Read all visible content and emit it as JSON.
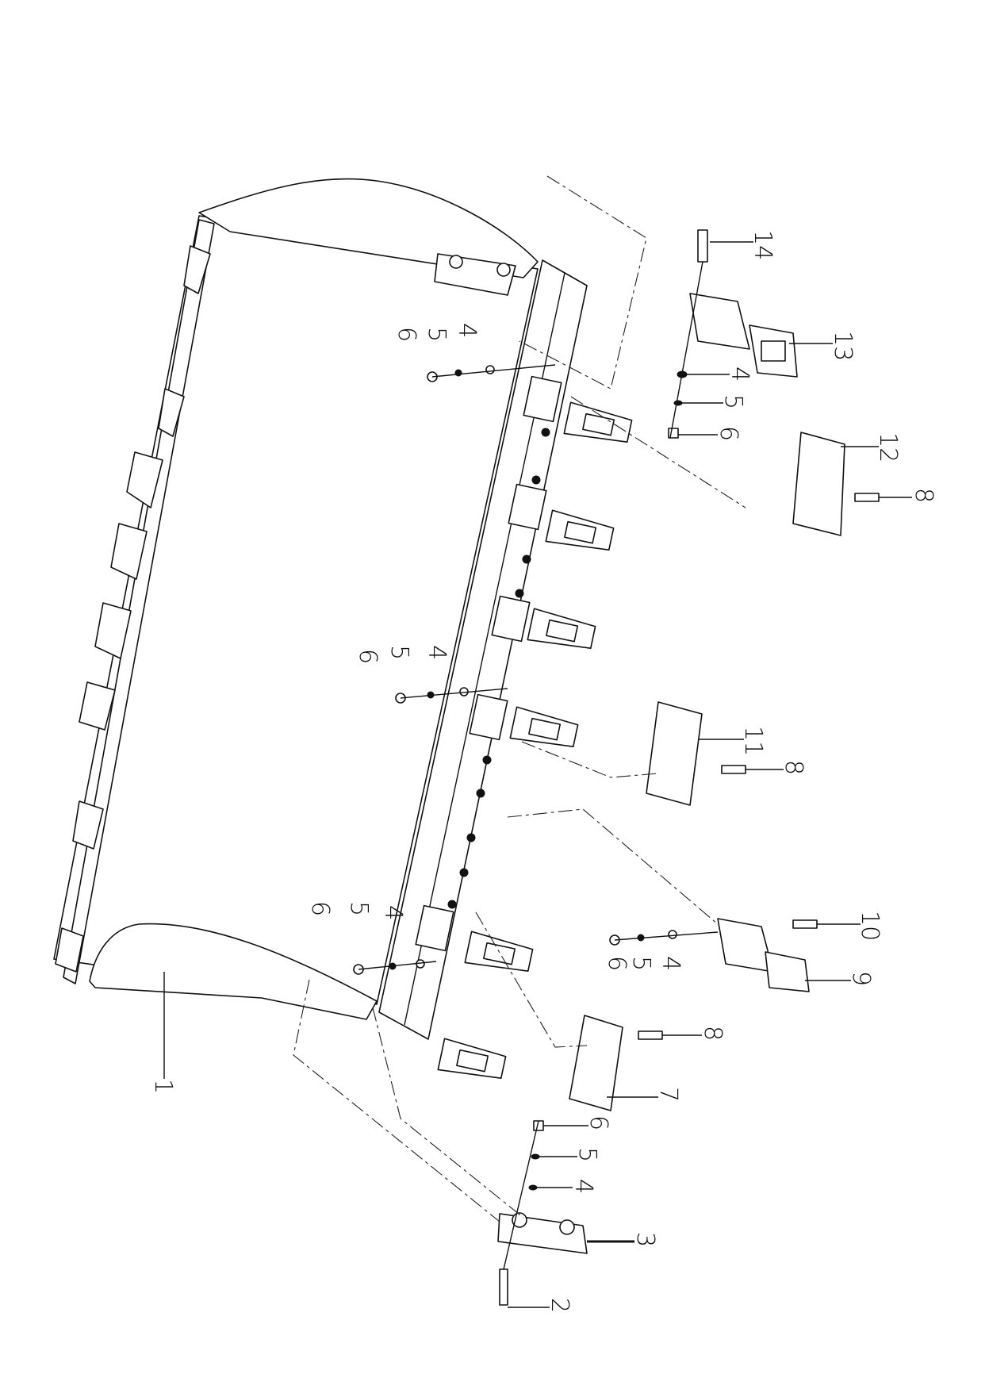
{
  "title": "Bucket assembly exploded view",
  "labels": [
    {
      "text": "1"
    },
    {
      "text": "2"
    },
    {
      "text": "3"
    },
    {
      "text": "4"
    },
    {
      "text": "5"
    },
    {
      "text": "6"
    },
    {
      "text": "7"
    },
    {
      "text": "8"
    },
    {
      "text": "9"
    },
    {
      "text": "10"
    },
    {
      "text": "11"
    },
    {
      "text": "8"
    },
    {
      "text": "12"
    },
    {
      "text": "8"
    },
    {
      "text": "13"
    },
    {
      "text": "14"
    },
    {
      "text": "4"
    },
    {
      "text": "5"
    },
    {
      "text": "6"
    },
    {
      "text": "6"
    },
    {
      "text": "5"
    },
    {
      "text": "4"
    },
    {
      "text": "6"
    },
    {
      "text": "5"
    },
    {
      "text": "4"
    },
    {
      "text": "6"
    },
    {
      "text": "5"
    },
    {
      "text": "4"
    },
    {
      "text": "6"
    },
    {
      "text": "5"
    },
    {
      "text": "4"
    }
  ]
}
